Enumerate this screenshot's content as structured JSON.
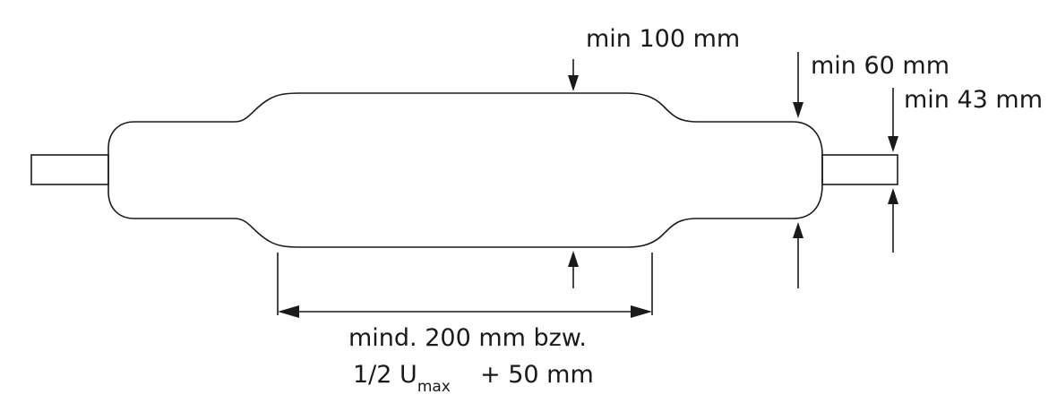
{
  "labels": {
    "body_diameter": "min 100 mm",
    "shoulder_diameter": "min 60 mm",
    "conductor_diameter": "min 43 mm",
    "length_line1": "mind. 200 mm bzw.",
    "length_line2_prefix": "1/2 U",
    "length_line2_subscript": "max",
    "length_line2_suffix": "+ 50 mm"
  }
}
